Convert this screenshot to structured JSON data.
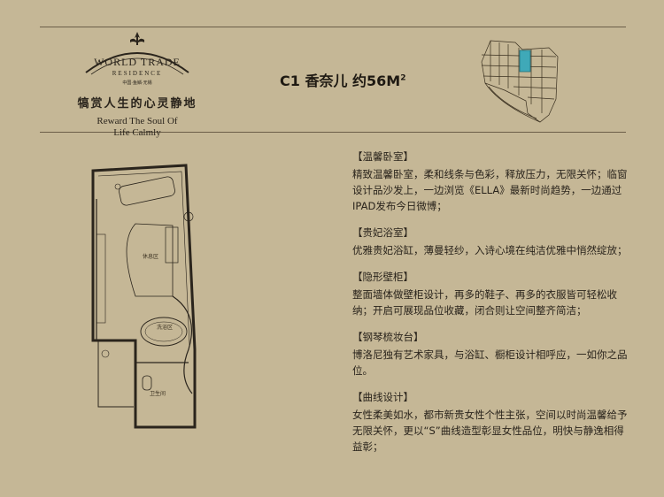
{
  "brand": {
    "logo_text_main": "WORLD TRADE",
    "logo_text_sub": "RESIDENCE",
    "logo_text_small": "中国·鱼鳞·无锡",
    "slogan_cn": "犒赏人生的心灵静地",
    "slogan_en_line1": "Reward The Soul Of",
    "slogan_en_line2": "Life Calmly"
  },
  "title": {
    "text": "C1 香奈儿 约56M",
    "superscript": "2"
  },
  "floorplan": {
    "room_bedroom": "休息区",
    "room_wash": "洗浴区",
    "room_toilet": "卫生间"
  },
  "sections": [
    {
      "heading": "【温馨卧室】",
      "body": "精致温馨卧室，柔和线条与色彩，释放压力，无限关怀；临窗设计品沙发上，一边浏览《ELLA》最新时尚趋势，一边通过IPAD发布今日微博；"
    },
    {
      "heading": "【贵妃浴室】",
      "body": "优雅贵妃浴缸，薄曼轻纱，入诗心境在纯洁优雅中悄然绽放；"
    },
    {
      "heading": "【隐形壁柜】",
      "body": "整面墙体做壁柜设计，再多的鞋子、再多的衣服皆可轻松收纳；开启可展现品位收藏，闭合则让空间整齐简洁；"
    },
    {
      "heading": "【钢琴梳妆台】",
      "body": "博洛尼独有艺术家具，与浴缸、橱柜设计相呼应，一如你之品位。"
    },
    {
      "heading": "【曲线设计】",
      "body": "女性柔美如水，都市新贵女性个性主张，空间以时尚温馨给予无限关怀，更以“S”曲线造型彰显女性品位，明快与静逸相得益彰；"
    }
  ],
  "colors": {
    "background": "#c5b796",
    "text": "#2a241c",
    "keyplan_highlight": "#3fa9b8"
  }
}
